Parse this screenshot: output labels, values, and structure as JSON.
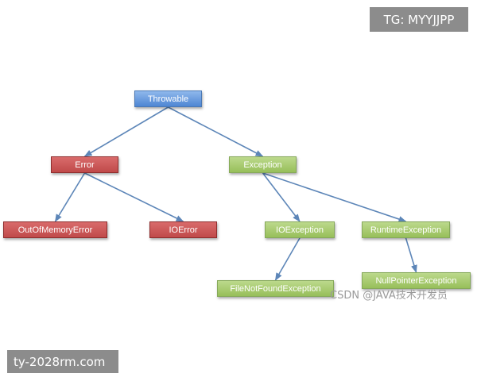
{
  "watermarks": {
    "top_right": "TG: MYYJJPP",
    "bottom_left": "ty-2028rm.com",
    "csdn": "CSDN @JAVA技术开发员"
  },
  "colors": {
    "arrow": "#5d86b8",
    "throwable": "#5b91d9",
    "error_family": "#c94f4f",
    "exception_family": "#a3c86b"
  },
  "diagram": {
    "nodes": {
      "throwable": "Throwable",
      "error": "Error",
      "exception": "Exception",
      "out_of_memory_error": "OutOfMemoryError",
      "io_error": "IOError",
      "io_exception": "IOException",
      "runtime_exception": "RuntimeException",
      "file_not_found_exception": "FileNotFoundException",
      "null_pointer_exception": "NullPointerException"
    },
    "edges": [
      [
        "throwable",
        "error"
      ],
      [
        "throwable",
        "exception"
      ],
      [
        "error",
        "out_of_memory_error"
      ],
      [
        "error",
        "io_error"
      ],
      [
        "exception",
        "io_exception"
      ],
      [
        "exception",
        "runtime_exception"
      ],
      [
        "io_exception",
        "file_not_found_exception"
      ],
      [
        "runtime_exception",
        "null_pointer_exception"
      ]
    ]
  }
}
